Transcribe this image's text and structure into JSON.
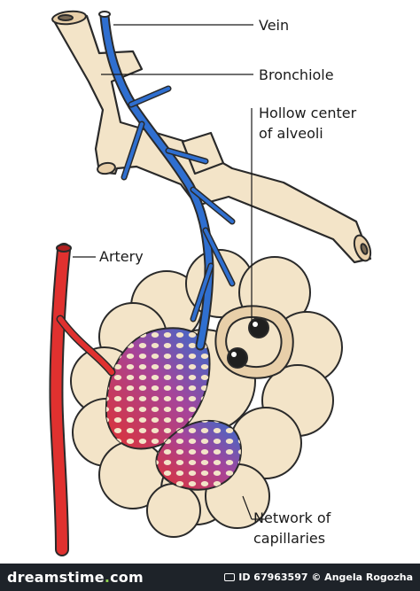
{
  "labels": {
    "vein": "Vein",
    "bronchiole": "Bronchiole",
    "hollow_center_line1": "Hollow center",
    "hollow_center_line2": "of alveoli",
    "artery": "Artery",
    "network_line1": "Network of",
    "network_line2": "capillaries"
  },
  "footer": {
    "logo_left": "dreamstime",
    "logo_dot": ".",
    "logo_right": "com",
    "id_text": "ID 67963597 © Angela Rogozha"
  },
  "colors": {
    "tissue": "#f3e4c8",
    "tissue_shade": "#e8cfa9",
    "outline": "#2a2a2a",
    "vein": "#2f6fd0",
    "artery": "#e0312f",
    "capillary_mix": "#8a4aa8",
    "footer_bg": "#1e2329"
  }
}
